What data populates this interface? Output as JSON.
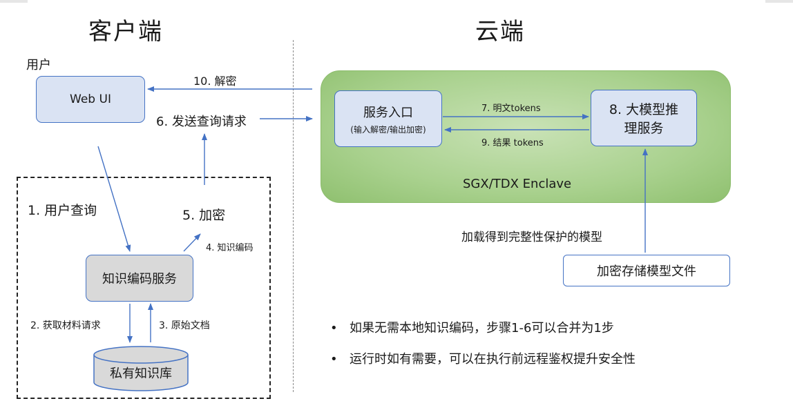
{
  "titles": {
    "client": "客户端",
    "cloud": "云端"
  },
  "user_label": "用户",
  "nodes": {
    "web_ui": "Web UI",
    "knowledge_service": "知识编码服务",
    "private_kb": "私有知识库",
    "service_entry_title": "服务入口",
    "service_entry_sub": "(输入解密/输出加密)",
    "llm_inference_line1": "8. 大模型推",
    "llm_inference_line2": "理服务",
    "encrypted_storage": "加密存储模型文件"
  },
  "enclave_label": "SGX/TDX Enclave",
  "steps": {
    "s1": "1. 用户查询",
    "s2": "2. 获取材料请求",
    "s3": "3. 原始文档",
    "s4": "4. 知识编码",
    "s5": "5. 加密",
    "s6": "6. 发送查询请求",
    "s7": "7. 明文tokens",
    "s9": "9. 结果 tokens",
    "s10": "10. 解密"
  },
  "load_label": "加载得到完整性保护的模型",
  "bullets": [
    "如果无需本地知识编码，步骤1-6可以合并为1步",
    "运行时如有需要，可以在执行前远程鉴权提升安全性"
  ],
  "bullet_symbol": "•",
  "colors": {
    "arrow": "#4472c4",
    "enclave_fill": "#a9d18e",
    "node_fill": "#dae3f3",
    "service_fill": "#d9d9d9"
  }
}
